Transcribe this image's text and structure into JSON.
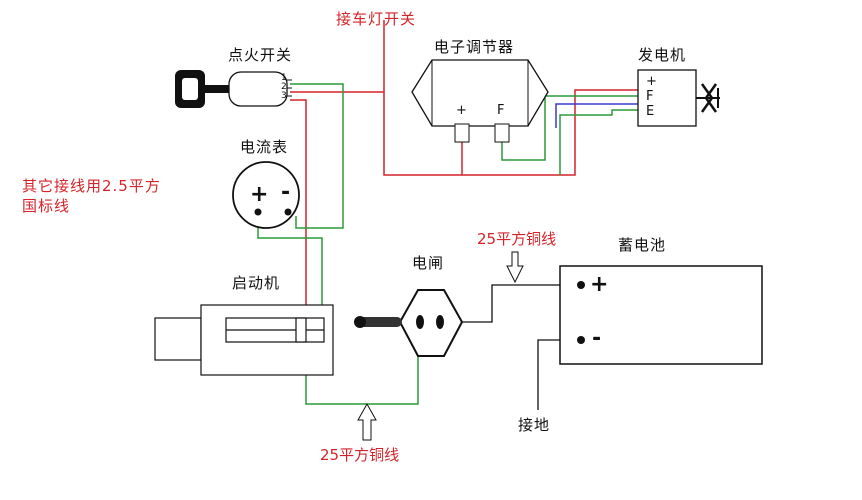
{
  "labels": {
    "ignition_switch": "点火开关",
    "headlight_switch": "接车灯开关",
    "regulator": "电子调节器",
    "generator": "发电机",
    "ammeter": "电流表",
    "other_wiring": "其它接线用2.5平方\n国标线",
    "starter": "启动机",
    "main_switch": "电闸",
    "battery": "蓄电池",
    "copper_wire_top": "25平方铜线",
    "copper_wire_bottom": "25平方铜线",
    "ground": "接地"
  },
  "ignition_terminals": [
    "1",
    "2",
    "3"
  ],
  "regulator_terminals": {
    "plus": "+",
    "f": "F"
  },
  "generator_terminals": {
    "plus": "+",
    "f": "F",
    "e": "E"
  },
  "ammeter_terminals": {
    "plus": "+",
    "minus": "-"
  },
  "battery_terminals": {
    "plus": "+",
    "minus": "-"
  },
  "colors": {
    "red_wire": "#d4242a",
    "green_wire": "#2a9a3a",
    "blue_wire": "#3a3ad0",
    "outline": "#111111"
  }
}
